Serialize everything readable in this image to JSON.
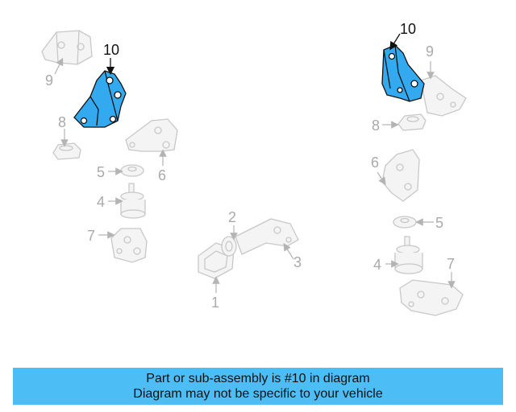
{
  "diagram": {
    "callouts": {
      "left_10": "10",
      "left_9": "9",
      "left_8": "8",
      "left_5": "5",
      "left_6": "6",
      "left_4": "4",
      "left_7": "7",
      "center_2": "2",
      "center_3": "3",
      "center_1": "1",
      "right_10": "10",
      "right_9": "9",
      "right_8": "8",
      "right_6": "6",
      "right_5": "5",
      "right_4": "4",
      "right_7": "7"
    },
    "colors": {
      "highlight": "#33aaf0",
      "ghost": "#c8c8c8",
      "ghost_fill": "#f4f4f4",
      "label_active": "#111111",
      "label_muted": "#aaaaaa"
    }
  },
  "banner": {
    "line1": "Part or sub-assembly is #10 in diagram",
    "line2": "Diagram may not be specific to your vehicle",
    "color": "#4dbef5"
  }
}
